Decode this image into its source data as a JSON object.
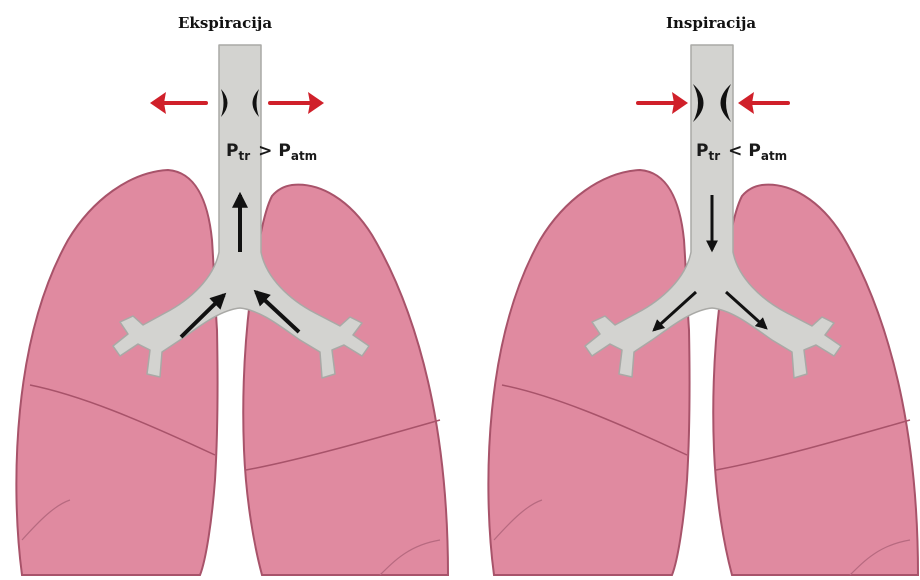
{
  "panels": [
    {
      "title": "Ekspiracija",
      "pressure": {
        "lhs": "P",
        "lhs_sub": "tr",
        "operator": ">",
        "rhs": "P",
        "rhs_sub": "atm"
      },
      "airflow": "outward",
      "wall_arrows": "outward"
    },
    {
      "title": "Inspiracija",
      "pressure": {
        "lhs": "P",
        "lhs_sub": "tr",
        "operator": "<",
        "rhs": "P",
        "rhs_sub": "atm"
      },
      "airflow": "inward",
      "wall_arrows": "inward"
    }
  ],
  "colors": {
    "lung_fill": "#e08aa0",
    "lung_stroke": "#a8536a",
    "airway_fill": "#d3d3d0",
    "airway_stroke": "#a9a9a6",
    "wall_arrow": "#d0202a",
    "flow_arrow": "#111111"
  }
}
